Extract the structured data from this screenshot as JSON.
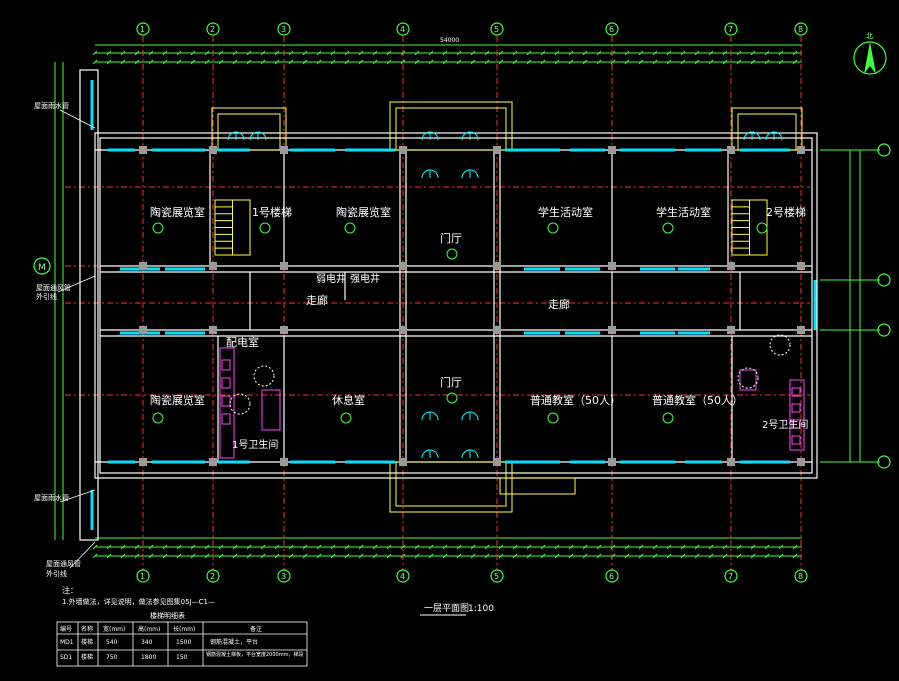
{
  "plan": {
    "title": "一层平面图",
    "scale": "1:100",
    "north_label": "北",
    "column_axis_labels": [
      "1",
      "2",
      "3",
      "4",
      "5",
      "6",
      "7",
      "8"
    ],
    "row_axis_label_shown": "M",
    "dim_top_total": "54000",
    "rooms": {
      "r1": "陶瓷展览室",
      "r2": "1号楼梯",
      "r3": "陶瓷展览室",
      "r4": "门厅",
      "r5": "学生活动室",
      "r6": "学生活动室",
      "r7": "2号楼梯",
      "r8": "配电室",
      "r9": "弱电井",
      "r10": "强电井",
      "r11": "走廊",
      "r12": "走廊",
      "r13": "陶瓷展览室",
      "r14": "休息室",
      "r15": "门厅",
      "r16": "普通教室（50人）",
      "r17": "普通教室（50人）",
      "r18": "1号卫生间",
      "r19": "2号卫生间"
    },
    "left_notes": [
      "屋面雨水管",
      "屋面雨水管",
      "屋面通风管",
      "外引线",
      "屋面通风管",
      "外引线"
    ],
    "note": "注：",
    "note_line": "1.外墙做法，详见说明，做法参见图集05J—C1—",
    "table": {
      "caption": "楼梯明细表",
      "headers": [
        "编号",
        "名称",
        "宽(mm)",
        "高(mm)",
        "长(mm)",
        "备注"
      ],
      "rows": [
        [
          "MD1",
          "楼梯",
          "540",
          "340",
          "1500",
          "钢筋混凝土，平台"
        ],
        [
          "SD1",
          "楼梯",
          "750",
          "1800",
          "150",
          "钢筋混凝土梯板，平台宽度2000mm，梯段"
        ]
      ]
    }
  },
  "colors": {
    "background": "#000000",
    "wall": "#ffffff",
    "axis": "#ff3030",
    "dimension": "#40ff40",
    "window": "#00e0ff",
    "door": "#00ffff",
    "stair": "#ffff40",
    "fixture": "#ff40ff",
    "column": "#c0c0c0"
  }
}
